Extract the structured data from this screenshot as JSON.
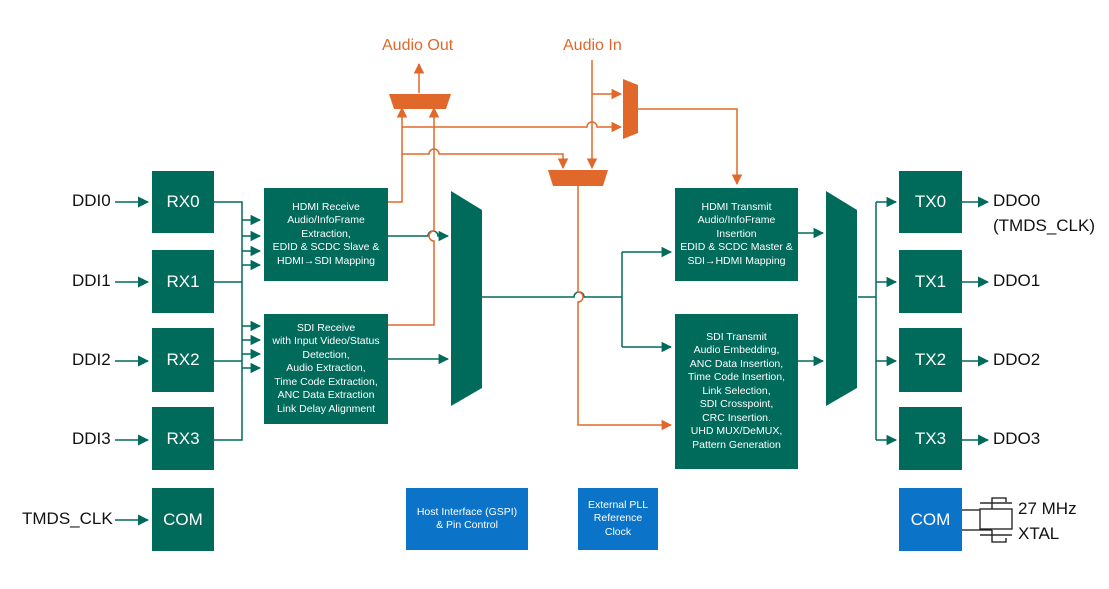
{
  "colors": {
    "block_green": "#006a5b",
    "block_blue": "#0b73c8",
    "audio_orange": "#e0682a",
    "video_teal": "#006a5b",
    "text": "#111111"
  },
  "inputs": [
    "DDI0",
    "DDI1",
    "DDI2",
    "DDI3"
  ],
  "tmds_clk_input": "TMDS_CLK",
  "outputs": [
    "DDO0",
    "DDO1",
    "DDO2",
    "DDO3"
  ],
  "tmds_clk_output": "(TMDS_CLK)",
  "rx_ports": [
    "RX0",
    "RX1",
    "RX2",
    "RX3"
  ],
  "tx_ports": [
    "TX0",
    "TX1",
    "TX2",
    "TX3"
  ],
  "com_left": "COM",
  "com_right": "COM",
  "audio_out": "Audio Out",
  "audio_in": "Audio In",
  "hdmi_receive": "HDMI Receive\nAudio/InfoFrame\nExtraction,\nEDID & SCDC Slave &\nHDMI→SDI Mapping",
  "sdi_receive": "SDI Receive\nwith Input Video/Status\nDetection,\nAudio Extraction,\nTime Code Extraction,\nANC Data Extraction\nLink Delay Alignment",
  "hdmi_transmit": "HDMI Transmit\nAudio/InfoFrame\nInsertion\nEDID & SCDC Master &\nSDI→HDMI Mapping",
  "sdi_transmit": "SDI Transmit\nAudio Embedding,\nANC Data Insertion,\nTime Code Insertion,\nLink Selection,\nSDI Crosspoint,\nCRC Insertion.\nUHD MUX/DeMUX,\nPattern Generation",
  "host_interface": "Host Interface (GSPI)\n& Pin Control",
  "external_pll": "External PLL\nReference\nClock",
  "xtal_freq": "27 MHz",
  "xtal_label": "XTAL"
}
